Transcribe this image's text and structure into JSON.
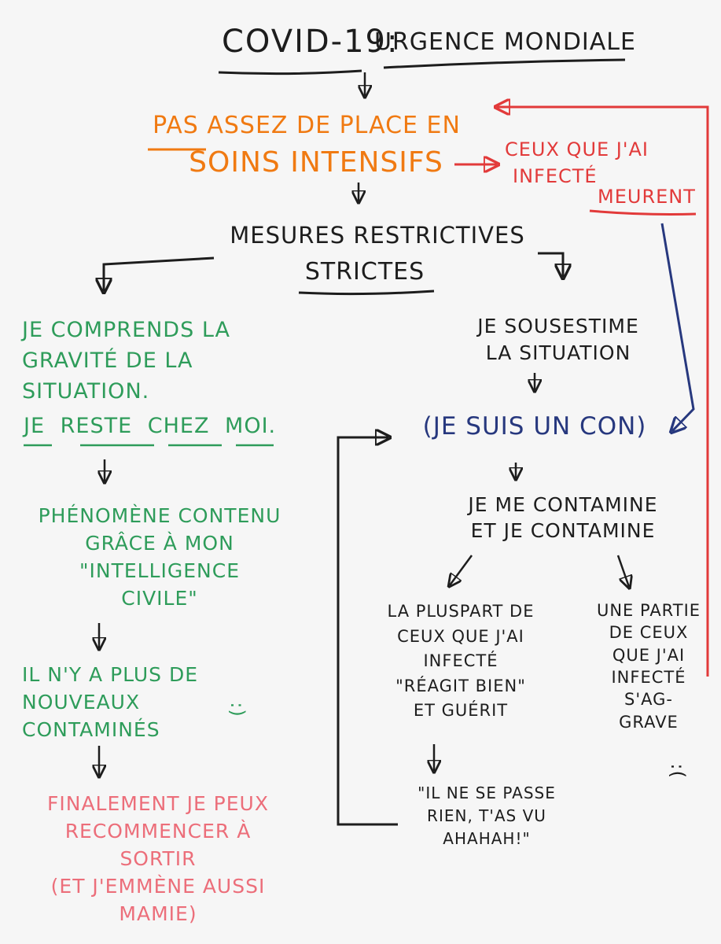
{
  "title": {
    "left": "COVID-19:",
    "right": "URGENCE MONDIALE"
  },
  "colors": {
    "ink": "#1d1d1d",
    "orange": "#f07a12",
    "red": "#e23a3a",
    "green": "#2e9c5a",
    "blue": "#27387e",
    "pink": "#ec6e7a"
  },
  "nodes": {
    "soins": {
      "line1": "PAS ASSEZ DE PLACE EN",
      "line2": "SOINS INTENSIFS"
    },
    "meurent": {
      "line1": "CEUX QUE J'AI",
      "line2": "INFECTÉ",
      "line3": "MEURENT"
    },
    "mesures": {
      "line1": "MESURES RESTRICTIVES",
      "line2": "STRICTES"
    },
    "comprends": {
      "text": "JE COMPRENDS LA\nGRAVITÉ DE LA\nSITUATION.",
      "line2_words": [
        "JE",
        "RESTE",
        "CHEZ",
        "MOI."
      ]
    },
    "sousestime": {
      "text": "JE SOUSESTIME\nLA SITUATION"
    },
    "con": {
      "text": "(JE SUIS UN CON)"
    },
    "contamine": {
      "text": "JE ME CONTAMINE\nET JE CONTAMINE"
    },
    "plupart": {
      "text": "LA PLUSPART DE\nCEUX QUE J'AI\nINFECTÉ\n\"RÉAGIT BIEN\"\nET GUÉRIT"
    },
    "partie": {
      "text": "UNE PARTIE\nDE CEUX\nQUE J'AI\nINFECTÉ\nS'AG-\nGRAVE"
    },
    "partie_face": ":(",
    "rien": {
      "text": "\"IL NE SE PASSE\nRIEN, T'AS VU\nAHAHAH!\""
    },
    "phenomene": {
      "text": "PHÉNOMÈNE CONTENU\nGRÂCE À MON\n\"INTELLIGENCE\nCIVILE\""
    },
    "plus": {
      "text": "IL N'Y A PLUS DE\nNOUVEAUX\nCONTAMINÉS"
    },
    "smiley": ":)",
    "finalement": {
      "text": "FINALEMENT JE PEUX\nRECOMMENCER À\nSORTIR\n(ET J'EMMÈNE AUSSI\nMAMIE)"
    }
  }
}
